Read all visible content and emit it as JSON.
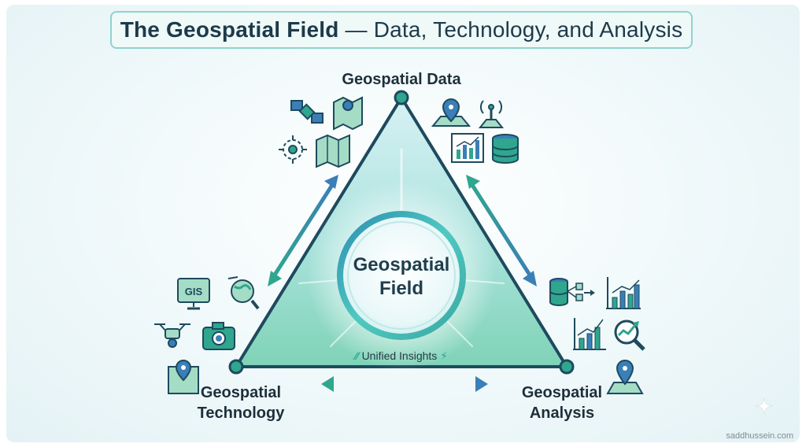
{
  "title": {
    "strong": "The Geospatial Field",
    "rest": "— Data, Technology, and Analysis"
  },
  "vertices": {
    "top": "Geospatial Data",
    "left_line1": "Geospatial",
    "left_line2": "Technology",
    "right_line1": "Geospatial",
    "right_line2": "Analysis"
  },
  "center": {
    "line1": "Geospatial",
    "line2": "Field"
  },
  "insights_label": "Unified Insights",
  "gis_label": "GIS",
  "watermark": "saddhussein.com",
  "colors": {
    "triangle_fill_top": "#bfe6ee",
    "triangle_fill_bottom": "#7fd3b6",
    "edge": "#1e4a5e",
    "arrow_blue": "#3a7fb8",
    "arrow_green": "#2fa68e",
    "ring": "#4fc9c1",
    "title_text": "#1d3a4a"
  },
  "icons": {
    "data_group": [
      "satellite-icon",
      "folded-map-pin-icon",
      "target-crosshair-icon",
      "folded-map-icon",
      "map-pin-icon",
      "radio-tower-icon",
      "bar-chart-icon",
      "database-icon"
    ],
    "technology_group": [
      "gis-monitor-icon",
      "globe-icon",
      "drone-icon",
      "camera-icon",
      "map-pin-icon"
    ],
    "analysis_group": [
      "database-flow-icon",
      "bar-chart-trend-icon",
      "bar-chart-icon",
      "magnifier-trend-icon",
      "map-pin-icon"
    ]
  }
}
